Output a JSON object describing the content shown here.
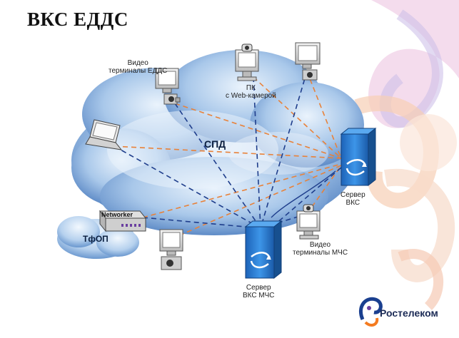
{
  "title": "ВКС ЕДДС",
  "labels": {
    "video_edds_line1": "Видео",
    "video_edds_line2": "терминалы ЕДДС",
    "pc_line1": "ПК",
    "pc_line2": "с Web-камерой",
    "spd": "СПД",
    "tfop": "ТфОП",
    "networker": "Networker",
    "server_vks_line1": "Сервер",
    "server_vks_line2": "ВКС",
    "video_mchs_line1": "Видео",
    "video_mchs_line2": "терминалы МЧС",
    "server_mchs_line1": "Сервер",
    "server_mchs_line2": "ВКС МЧС"
  },
  "brand": {
    "name": "Ростелеком",
    "colors": {
      "orange": "#f47b20",
      "blue": "#1a3f8f",
      "violet": "#6b3fa0"
    }
  },
  "colors": {
    "cloud_dark": "#4f7fc0",
    "cloud_light": "#c9ddf3",
    "server": "#2e7fd8",
    "link_blue": "#1f3e8c",
    "link_orange": "#e8823a"
  },
  "icons": [
    "computer-monitor-icon",
    "laptop-icon",
    "video-camera-icon",
    "server-icon",
    "router-icon",
    "logo-icon"
  ]
}
